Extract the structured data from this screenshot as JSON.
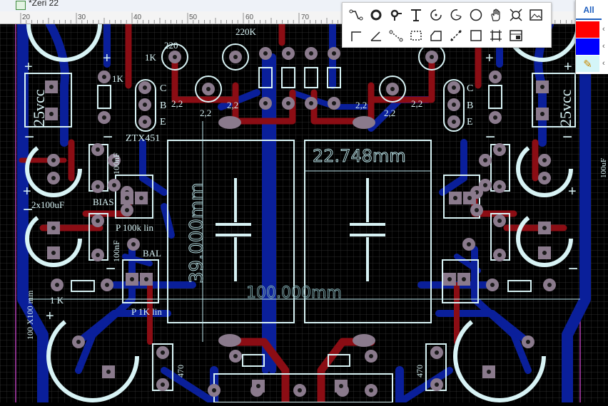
{
  "window": {
    "title": "*Zeri 22"
  },
  "ruler": {
    "labels": [
      "20",
      "30",
      "40",
      "50",
      "60",
      "70"
    ]
  },
  "board": {
    "labels": {
      "supply_left": "25vcc",
      "supply_right": "25vcc",
      "res_220k": "220K",
      "res_220": "220",
      "res_1k_top": "1K",
      "res_1k_left": "1K",
      "res_1k_bottom": "1 K",
      "cap_22_a": "2,2",
      "cap_22_b": "2,2",
      "cap_22_c": "2,2",
      "cap_22_d": "2,2",
      "cap_22_e": "2,2",
      "cap_22_f": "2,2",
      "transistor": "ZTX451",
      "pin_c_l": "C",
      "pin_b_l": "B",
      "pin_e_l": "E",
      "pin_c_r": "C",
      "pin_b_r": "B",
      "pin_e_r": "E",
      "cap_100nf_a": "100nF",
      "cap_100nf_b": "100nF",
      "bias": "BIAS",
      "elcap": "2x100uF",
      "pot_bias": "P 100k lin",
      "bal": "BAL",
      "pot_bal": "P 1K lin",
      "board_size": "100 X100 mm",
      "res_470_a": "470",
      "res_470_b": "470",
      "right_edge_cap": "100uF",
      "dim_width": "22.748mm",
      "dim_height": "39.000mm",
      "dim_board": "100.000mm"
    }
  },
  "layers_panel": {
    "tab_label": "All",
    "swatches": [
      {
        "name": "top-copper",
        "color": "#ff0000"
      },
      {
        "name": "bottom-copper",
        "color": "#0000ff"
      },
      {
        "name": "draw",
        "color": "#ffffff"
      }
    ]
  },
  "colors": {
    "background": "#000000",
    "grid": "#3a3a3a",
    "top_copper": "#8b0d14",
    "bottom_copper": "#0a1f9a",
    "silkscreen": "#d8f3f5",
    "pad": "#8a7a8c",
    "pad_hole": "#1a1a1a",
    "board_edge": "#b43fb4"
  },
  "toolbox": {
    "tools": [
      "route-tool-icon",
      "circle-pad-icon",
      "key-pad-icon",
      "text-tool-icon",
      "arc-center-icon",
      "arc-icon",
      "circle-icon",
      "hand-tool-icon",
      "zoom-fit-icon",
      "image-icon",
      "corner-line-icon",
      "angle-icon",
      "dashed-line-icon",
      "dashed-rect-icon",
      "polygon-icon",
      "measure-icon",
      "rect-icon",
      "group-icon",
      "component-icon"
    ]
  }
}
